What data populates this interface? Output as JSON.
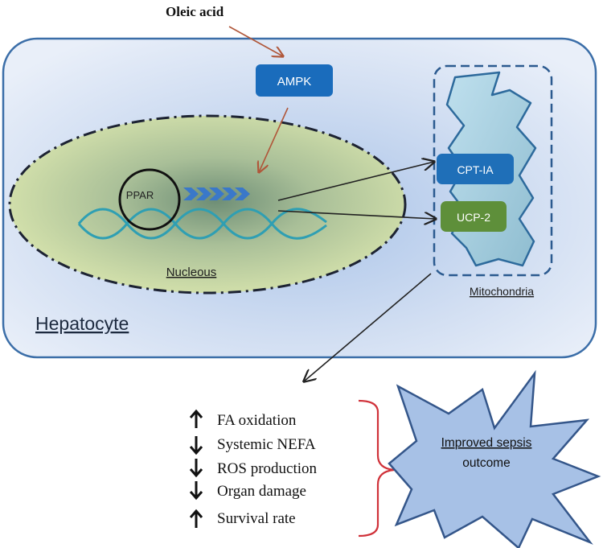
{
  "input_label": "Oleic acid",
  "kinase_label": "AMPK",
  "receptor_label": "PPAR",
  "nucleus_label": "Nucleous",
  "cell_label": "Hepatocyte",
  "organelle_label": "Mitochondria",
  "targets": [
    {
      "label": "CPT-IA",
      "color": "#1f6fb8"
    },
    {
      "label": "UCP-2",
      "color": "#5e8f3a"
    }
  ],
  "effects": [
    {
      "direction": "up",
      "label": "FA oxidation"
    },
    {
      "direction": "down",
      "label": "Systemic NEFA"
    },
    {
      "direction": "down",
      "label": "ROS production"
    },
    {
      "direction": "down",
      "label": "Organ damage"
    },
    {
      "direction": "up",
      "label": "Survival rate"
    }
  ],
  "outcome_lines": [
    "Improved sepsis",
    "outcome"
  ],
  "colors": {
    "cell_border": "#3b6ea8",
    "kinase_fill": "#1a6cbc",
    "chevrons": "#3a78c9",
    "brown_arrow": "#b0573a",
    "bracket": "#d0323a",
    "star_fill": "#a7c1e6"
  }
}
